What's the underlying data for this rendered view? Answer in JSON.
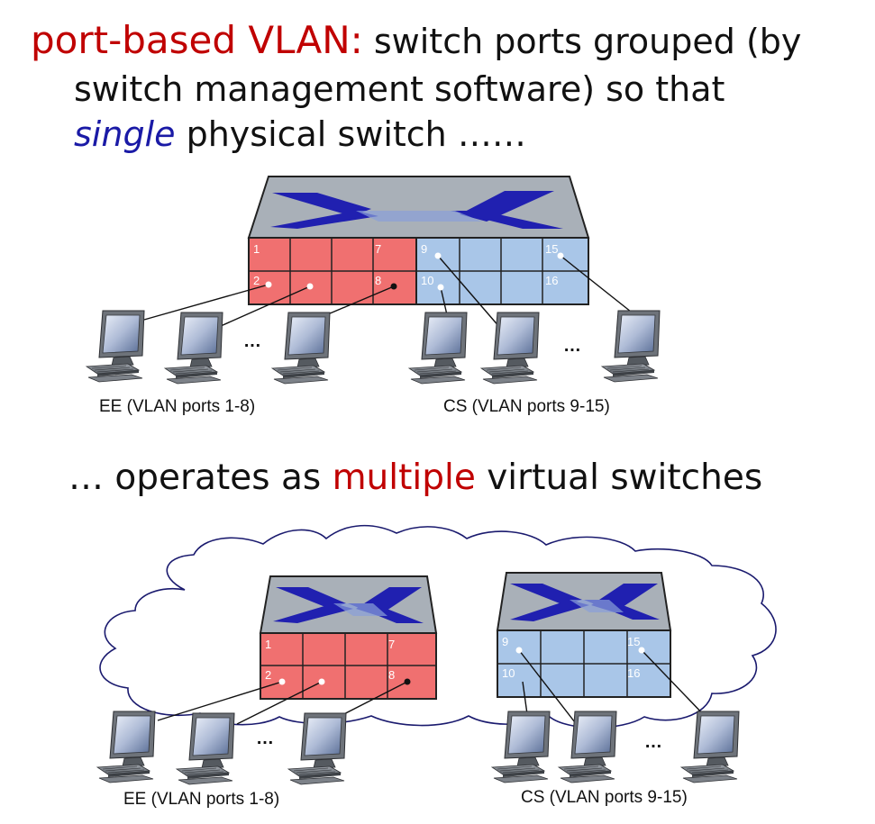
{
  "heading": {
    "line1_highlight": "port-based VLAN:",
    "line1_rest": " switch ports grouped (by",
    "line2": "switch management software) so that",
    "line3_italic": "single",
    "line3_rest": " physical switch ……"
  },
  "subheading": {
    "prefix": "… operates as ",
    "highlight": "multiple",
    "suffix": " virtual switches"
  },
  "top_diagram": {
    "ee_label": "EE (VLAN ports 1-8)",
    "cs_label": "CS (VLAN ports 9-15)",
    "ellipsis_left": "…",
    "ellipsis_right": "…",
    "ports": {
      "p1": "1",
      "p2": "2",
      "p7": "7",
      "p8": "8",
      "p9": "9",
      "p10": "10",
      "p15": "15",
      "p16": "16"
    }
  },
  "bottom_diagram": {
    "ee_label": "EE (VLAN ports 1-8)",
    "cs_label": "CS (VLAN ports 9-15)",
    "ellipsis_left": "…",
    "ellipsis_right": "…",
    "ports": {
      "p1": "1",
      "p2": "2",
      "p7": "7",
      "p8": "8",
      "p9": "9",
      "p10": "10",
      "p15": "15",
      "p16": "16"
    }
  },
  "colors": {
    "title_red": "#c00000",
    "italic_blue": "#1a1aa6",
    "ee_ports": "#f07070",
    "cs_ports": "#a9c6e8",
    "switch_top": "#a9b0b8",
    "switch_x": "#1a1aa6"
  }
}
